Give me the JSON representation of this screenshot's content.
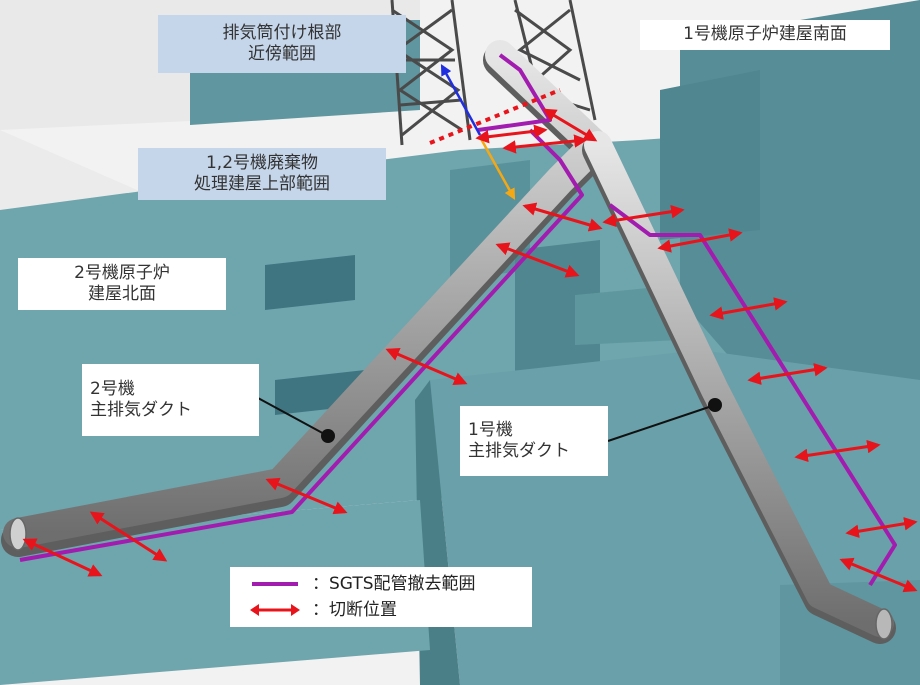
{
  "labels": {
    "stack_root": "排気筒付け根部\n近傍範囲",
    "unit1_reactor_south": "1号機原子炉建屋南面",
    "waste_building": "1,2号機廃棄物\n処理建屋上部範囲",
    "unit2_reactor_north": "2号機原子炉\n建屋北面",
    "unit2_duct": "2号機\n主排気ダクト",
    "unit1_duct": "1号機\n主排気ダクト"
  },
  "legend": {
    "sgts_label": "：SGTS配管撤去範囲",
    "cut_label": "：切断位置"
  },
  "colors": {
    "sgts_pipe": "#a21caf",
    "cut_arrow": "#e8141b",
    "building_top": "#6fa5ad",
    "building_wall": "#4f8690",
    "blue_arrow": "#1f2fe0",
    "orange_arrow": "#f4a814",
    "label_blue_bg": "#c5d5ea"
  }
}
